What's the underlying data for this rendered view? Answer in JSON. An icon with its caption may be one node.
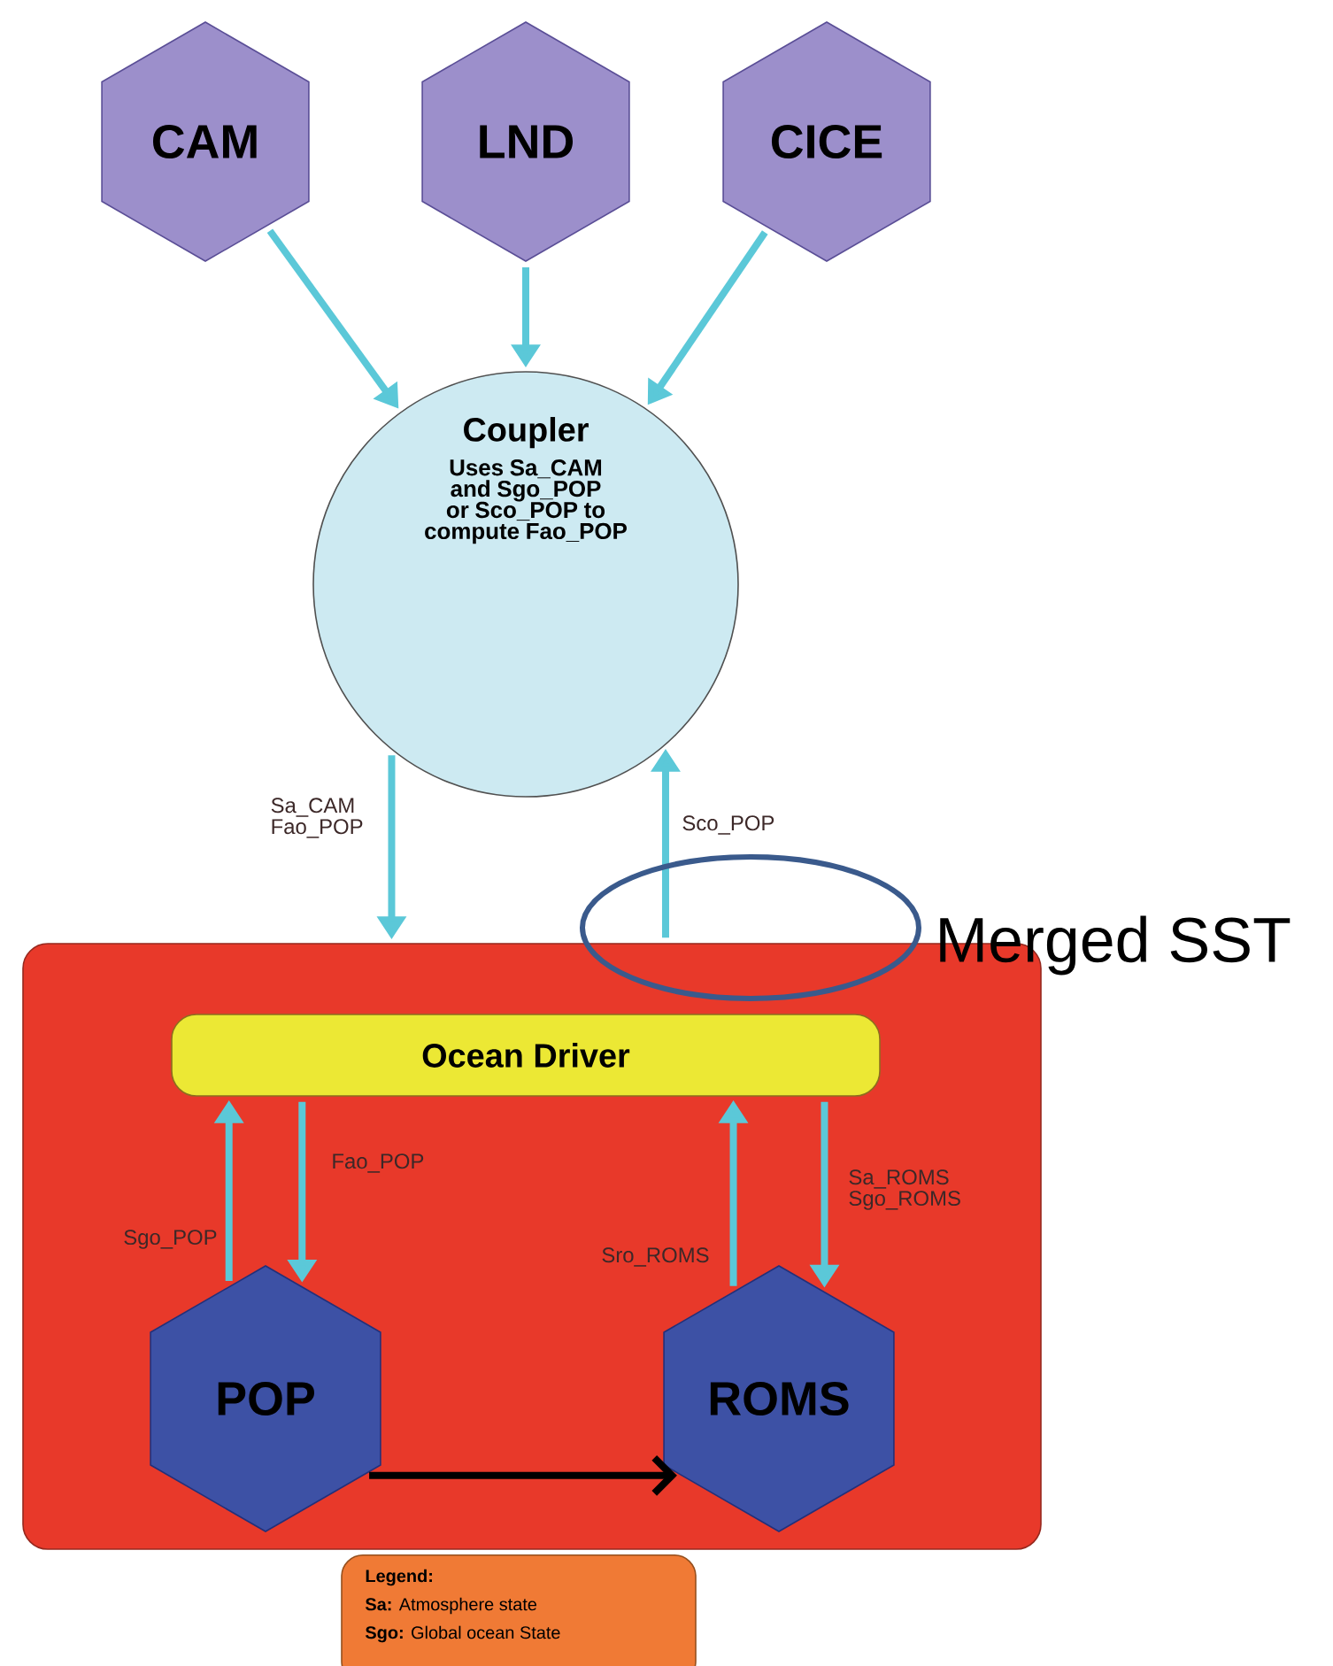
{
  "diagram": {
    "nodes": [
      {
        "text": [
          "CAM"
        ]
      },
      {
        "text": [
          "LND"
        ]
      },
      {
        "text": [
          "CICE"
        ]
      },
      {
        "text": [
          "Coupler",
          "Uses Sa_CAM and Sgo_POP or Sco_POP to compute Fao_POP"
        ]
      },
      {
        "text": [],
        "shape": "box"
      },
      {
        "text": [
          "Ocean Driver"
        ],
        "in": 4
      },
      {
        "text": [
          "POP"
        ],
        "in": 4
      },
      {
        "text": [
          "ROMS"
        ],
        "in": 4
      },
      {
        "text": [
          "Legend:",
          "**Sa:** Atmosphere state",
          "**Sgo:** Global ocean State"
        ]
      }
    ],
    "labels": [
      "Merged SST"
    ],
    "edges": [
      {
        "from": 0,
        "to": 3,
        "arrow": "to"
      },
      {
        "from": 1,
        "to": 3,
        "arrow": "to"
      },
      {
        "from": 2,
        "to": 3,
        "arrow": "to"
      },
      {
        "from": 3,
        "to": 4,
        "arrow": "to",
        "label": "Sa_CAM Fao_POP"
      },
      {
        "from": 4,
        "to": 3,
        "arrow": "to",
        "label": "Sco_POP"
      },
      {
        "from": 6,
        "to": 5,
        "arrow": "to",
        "label": "Sgo_POP"
      },
      {
        "from": 5,
        "to": 6,
        "arrow": "to",
        "label": "Fao_POP"
      },
      {
        "from": 7,
        "to": 5,
        "arrow": "to",
        "label": "Sro_ROMS"
      },
      {
        "from": 5,
        "to": 7,
        "arrow": "to",
        "label": "Sa_ROMS Sgo_ROMS"
      },
      {
        "from": 6,
        "to": 7,
        "arrow": "to",
        "color": "#000000"
      }
    ]
  }
}
